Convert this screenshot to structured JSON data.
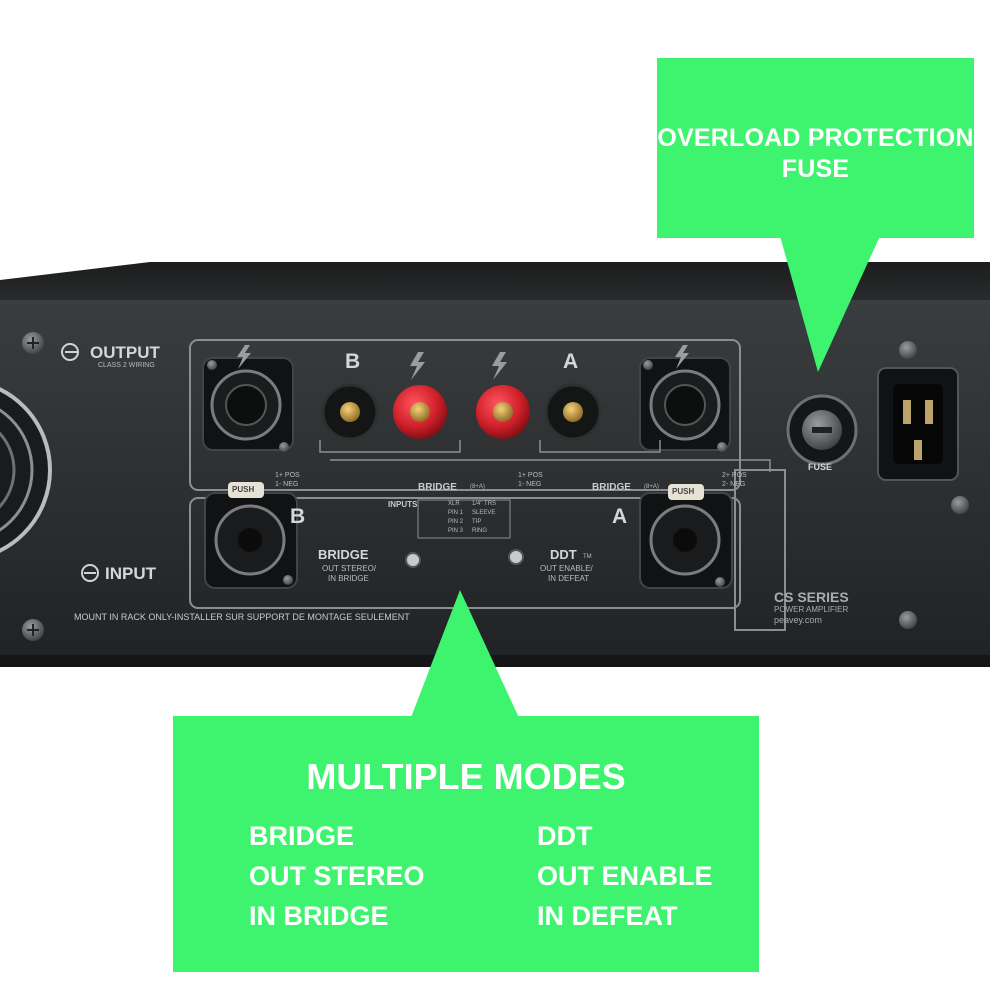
{
  "colors": {
    "callout": "#3ef36e",
    "callout_text": "#ffffff",
    "chassis": "#262829",
    "panel": "#1f2122",
    "panel_lines": "#8c8f91",
    "binding_post_red": "#d0202a"
  },
  "fuse_callout": {
    "line1": "OVERLOAD PROTECTION",
    "line2": "FUSE"
  },
  "modes_callout": {
    "title": "MULTIPLE MODES",
    "left_items": [
      "BRIDGE",
      "OUT STEREO",
      "IN BRIDGE"
    ],
    "right_items": [
      "DDT",
      "OUT ENABLE",
      "IN DEFEAT"
    ]
  },
  "panel_labels": {
    "output": "OUTPUT",
    "output_note": "CLASS 2 WIRING",
    "input": "INPUT",
    "channel_b": "B",
    "channel_a": "A",
    "bridge_small": "BRIDGE",
    "bridge_ratio": "(8+A)",
    "pos_neg_1": "1+ POS",
    "pos_neg_1b": "1- NEG",
    "pos_neg_2": "2+ POS",
    "pos_neg_2b": "2- NEG",
    "inputs_table_title": "INPUTS",
    "inputs_col_xlr": "XLR",
    "inputs_col_trs": "1/4\" TRS",
    "inputs_rows": [
      {
        "xlr": "PIN 1",
        "trs": "SLEEVE"
      },
      {
        "xlr": "PIN 2",
        "trs": "TIP"
      },
      {
        "xlr": "PIN 3",
        "trs": "RING"
      }
    ],
    "bridge_switch": "BRIDGE",
    "bridge_switch_sub1": "OUT STEREO/",
    "bridge_switch_sub2": "IN BRIDGE",
    "ddt_switch": "DDT",
    "ddt_tm": "TM",
    "ddt_switch_sub1": "OUT ENABLE/",
    "ddt_switch_sub2": "IN DEFEAT",
    "push_label": "PUSH",
    "mount_notice": "MOUNT IN RACK ONLY-INSTALLER SUR SUPPORT DE MONTAGE SEULEMENT",
    "series": "CS SERIES",
    "series_sub": "POWER AMPLIFIER",
    "website": "peavey.com",
    "fuse_label": "FUSE"
  }
}
